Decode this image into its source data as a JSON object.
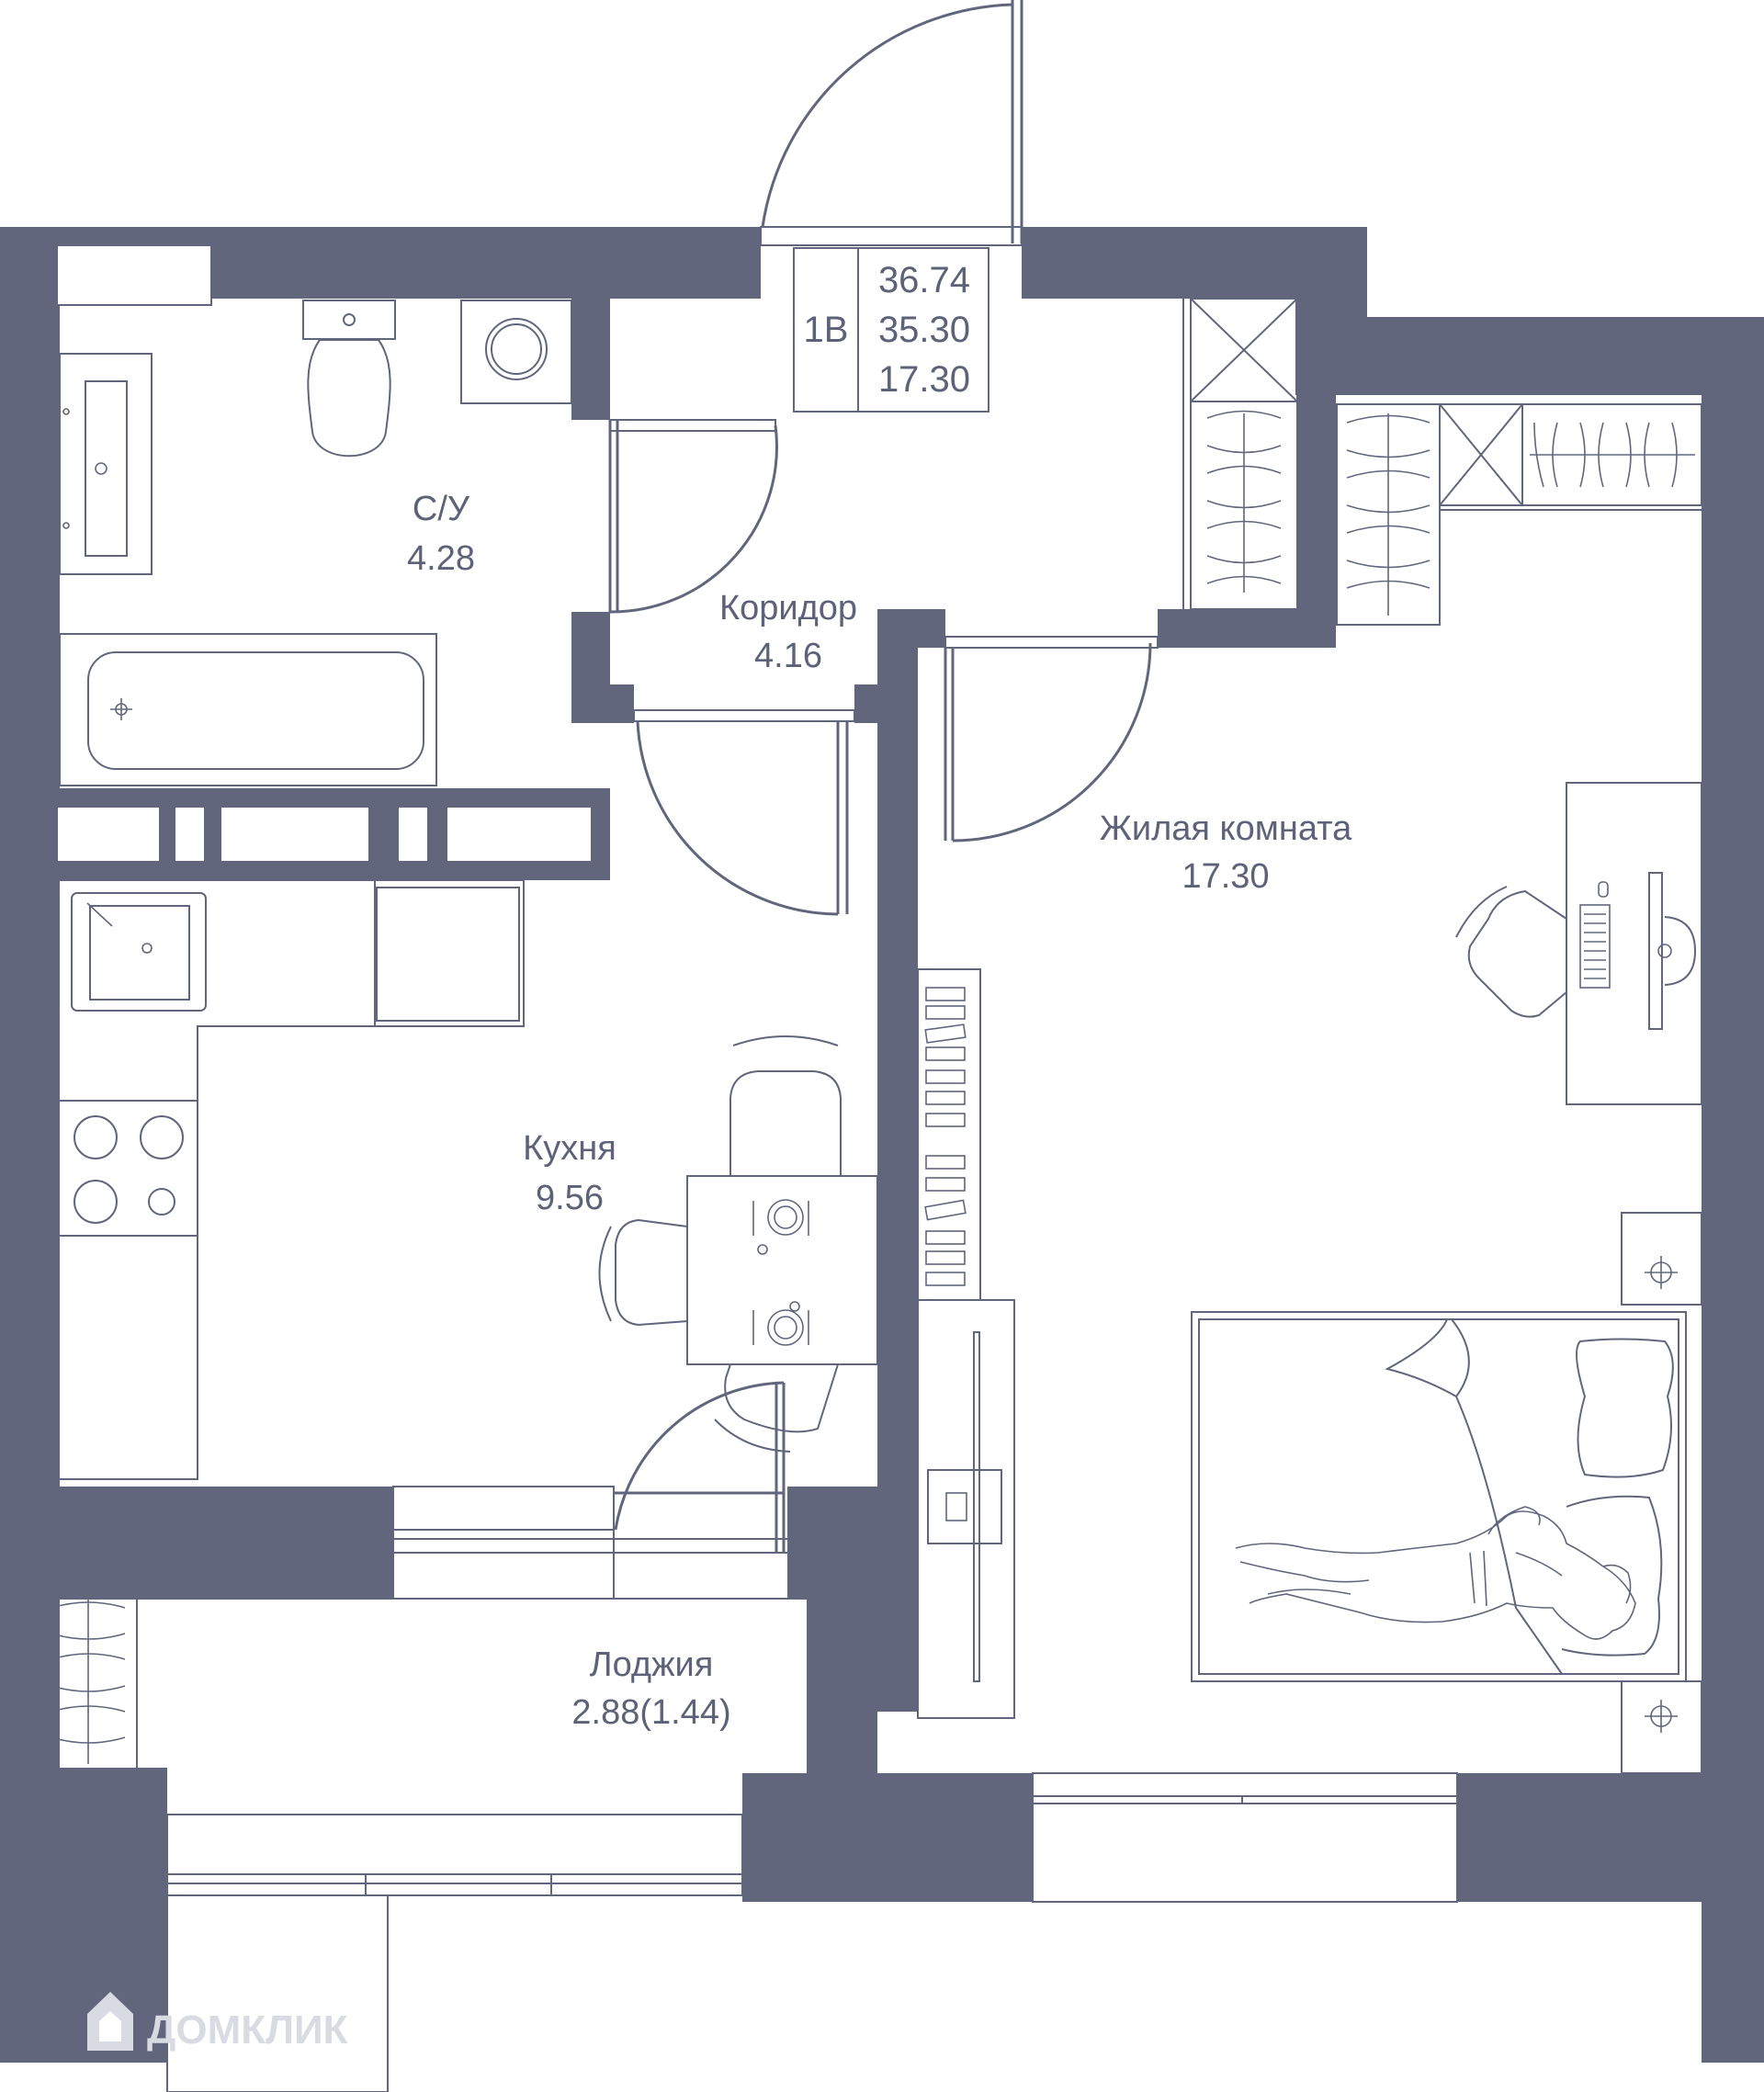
{
  "plan": {
    "apartment_label": "1В",
    "area_total": "36.74",
    "area_living_sum": "35.30",
    "area_living": "17.30"
  },
  "rooms": {
    "bathroom": {
      "name": "С/У",
      "area": "4.28"
    },
    "corridor": {
      "name": "Коридор",
      "area": "4.16"
    },
    "living_room": {
      "name": "Жилая комната",
      "area": "17.30"
    },
    "kitchen": {
      "name": "Кухня",
      "area": "9.56"
    },
    "loggia": {
      "name": "Лоджия",
      "area": "2.88(1.44)"
    }
  },
  "watermark": {
    "text": "ДОМКЛИК",
    "icon": "house-logo-icon"
  },
  "colors": {
    "wall": "#62667c",
    "background": "#ffffff",
    "line": "#62667c"
  }
}
